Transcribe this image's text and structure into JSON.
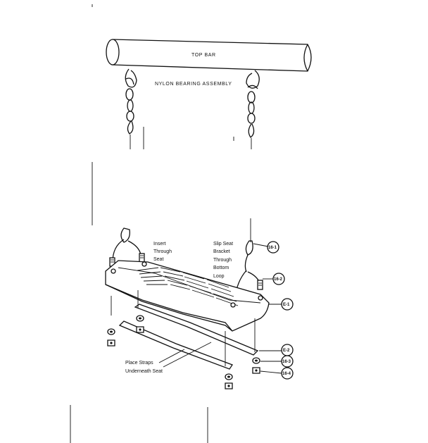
{
  "labels": {
    "top_bar": "TOP BAR",
    "bearing": "NYLON BEARING ASSEMBLY",
    "insert_through_seat": [
      "Insert",
      "Through",
      "Seat"
    ],
    "slip_seat_bracket": [
      "Slip Seat",
      "Bracket",
      "Through",
      "Bottom",
      "Loop"
    ],
    "place_straps": [
      "Place Straps",
      "Underneath Seat"
    ]
  },
  "callouts": [
    "16-1",
    "16-2",
    "E-1",
    "E-2",
    "16-3",
    "16-4"
  ]
}
